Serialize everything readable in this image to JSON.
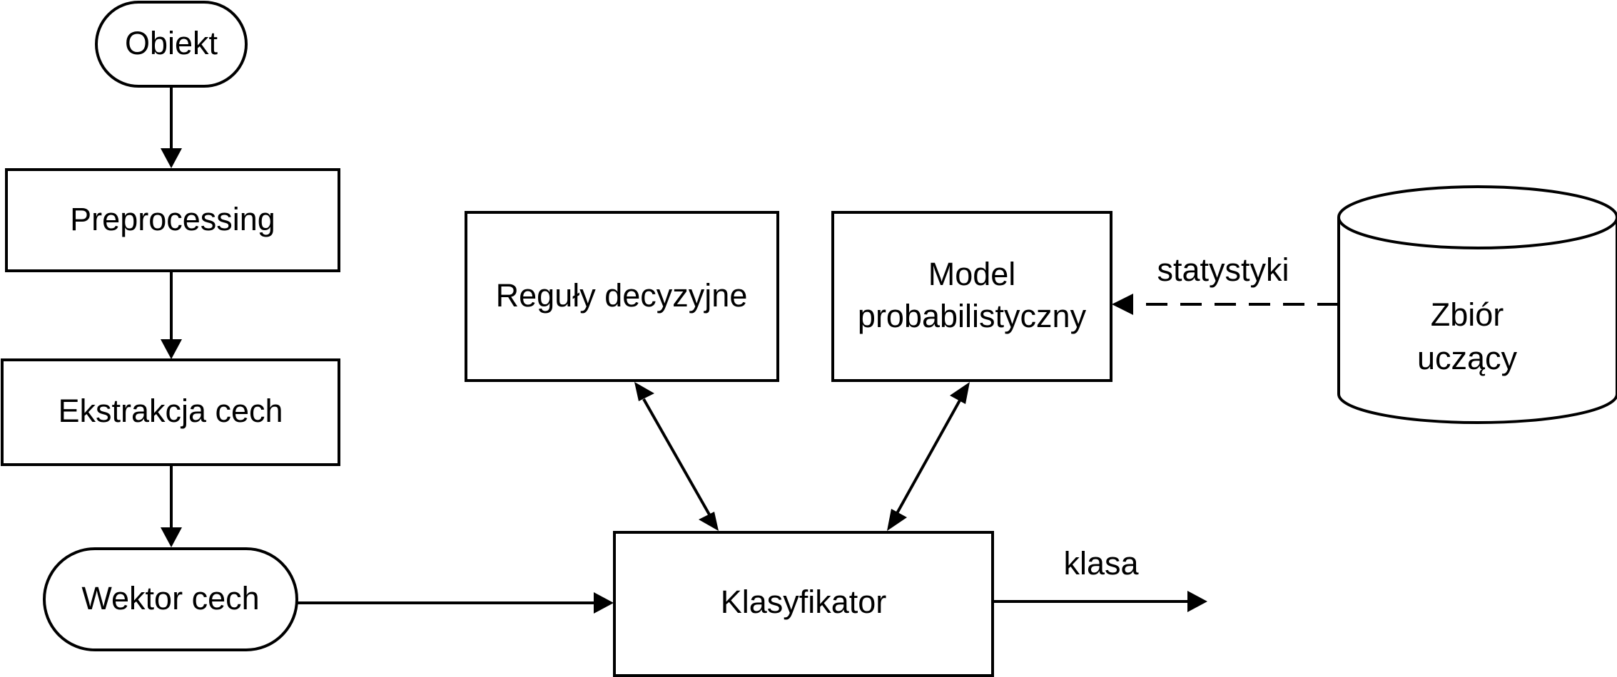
{
  "nodes": {
    "obiekt": "Obiekt",
    "preprocessing": "Preprocessing",
    "ekstrakcja": "Ekstrakcja cech",
    "wektor": "Wektor cech",
    "reguly": "Reguły decyzyjne",
    "model_line1": "Model",
    "model_line2": "probabilistyczny",
    "zbior_line1": "Zbiór",
    "zbior_line2": "uczący",
    "klasyfikator": "Klasyfikator"
  },
  "edges": {
    "statystyki": "statystyki",
    "klasa": "klasa"
  }
}
